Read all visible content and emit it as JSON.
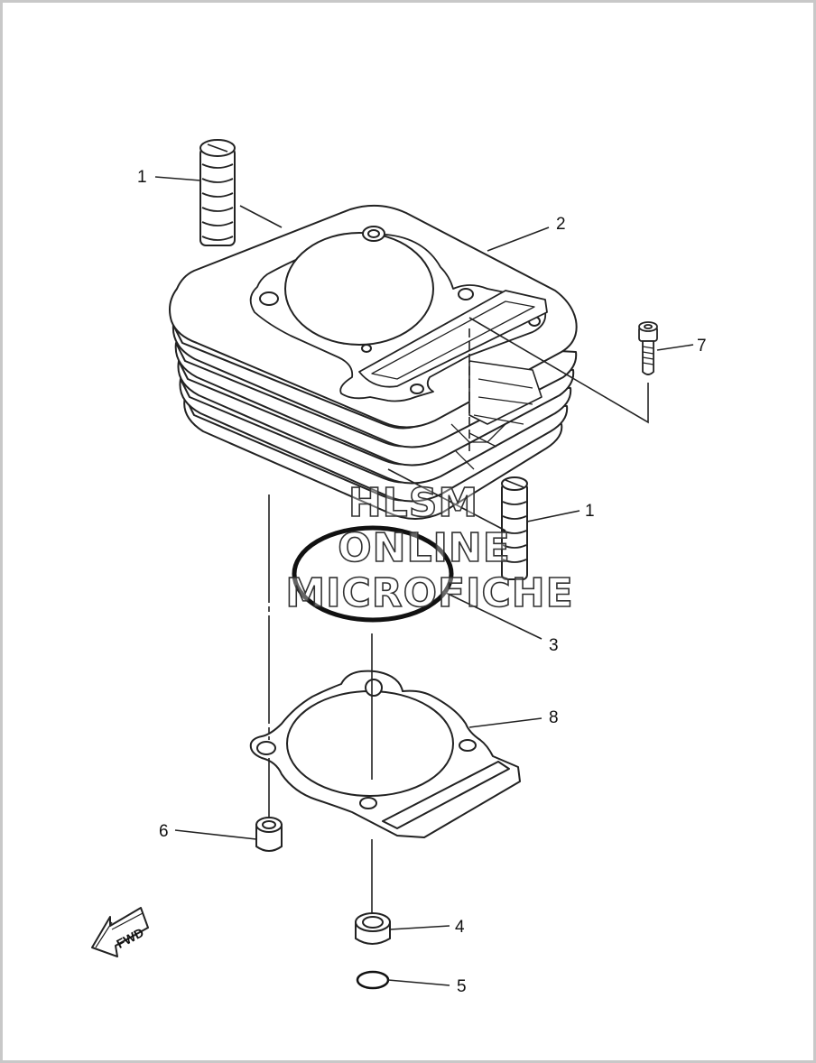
{
  "callouts": {
    "stud_upper": "1",
    "cylinder": "2",
    "o_ring_large": "3",
    "collar": "4",
    "o_ring_small": "5",
    "dowel_pin": "6",
    "bolt": "7",
    "gasket": "8",
    "stud_lower": "1"
  },
  "watermark": {
    "line1": "HLSM",
    "line2": "ONLINE",
    "line3": "MICROFICHE"
  },
  "fwd_label": "FWD",
  "colors": {
    "line": "#222222",
    "frame": "#c8c8c8",
    "background": "#ffffff"
  }
}
